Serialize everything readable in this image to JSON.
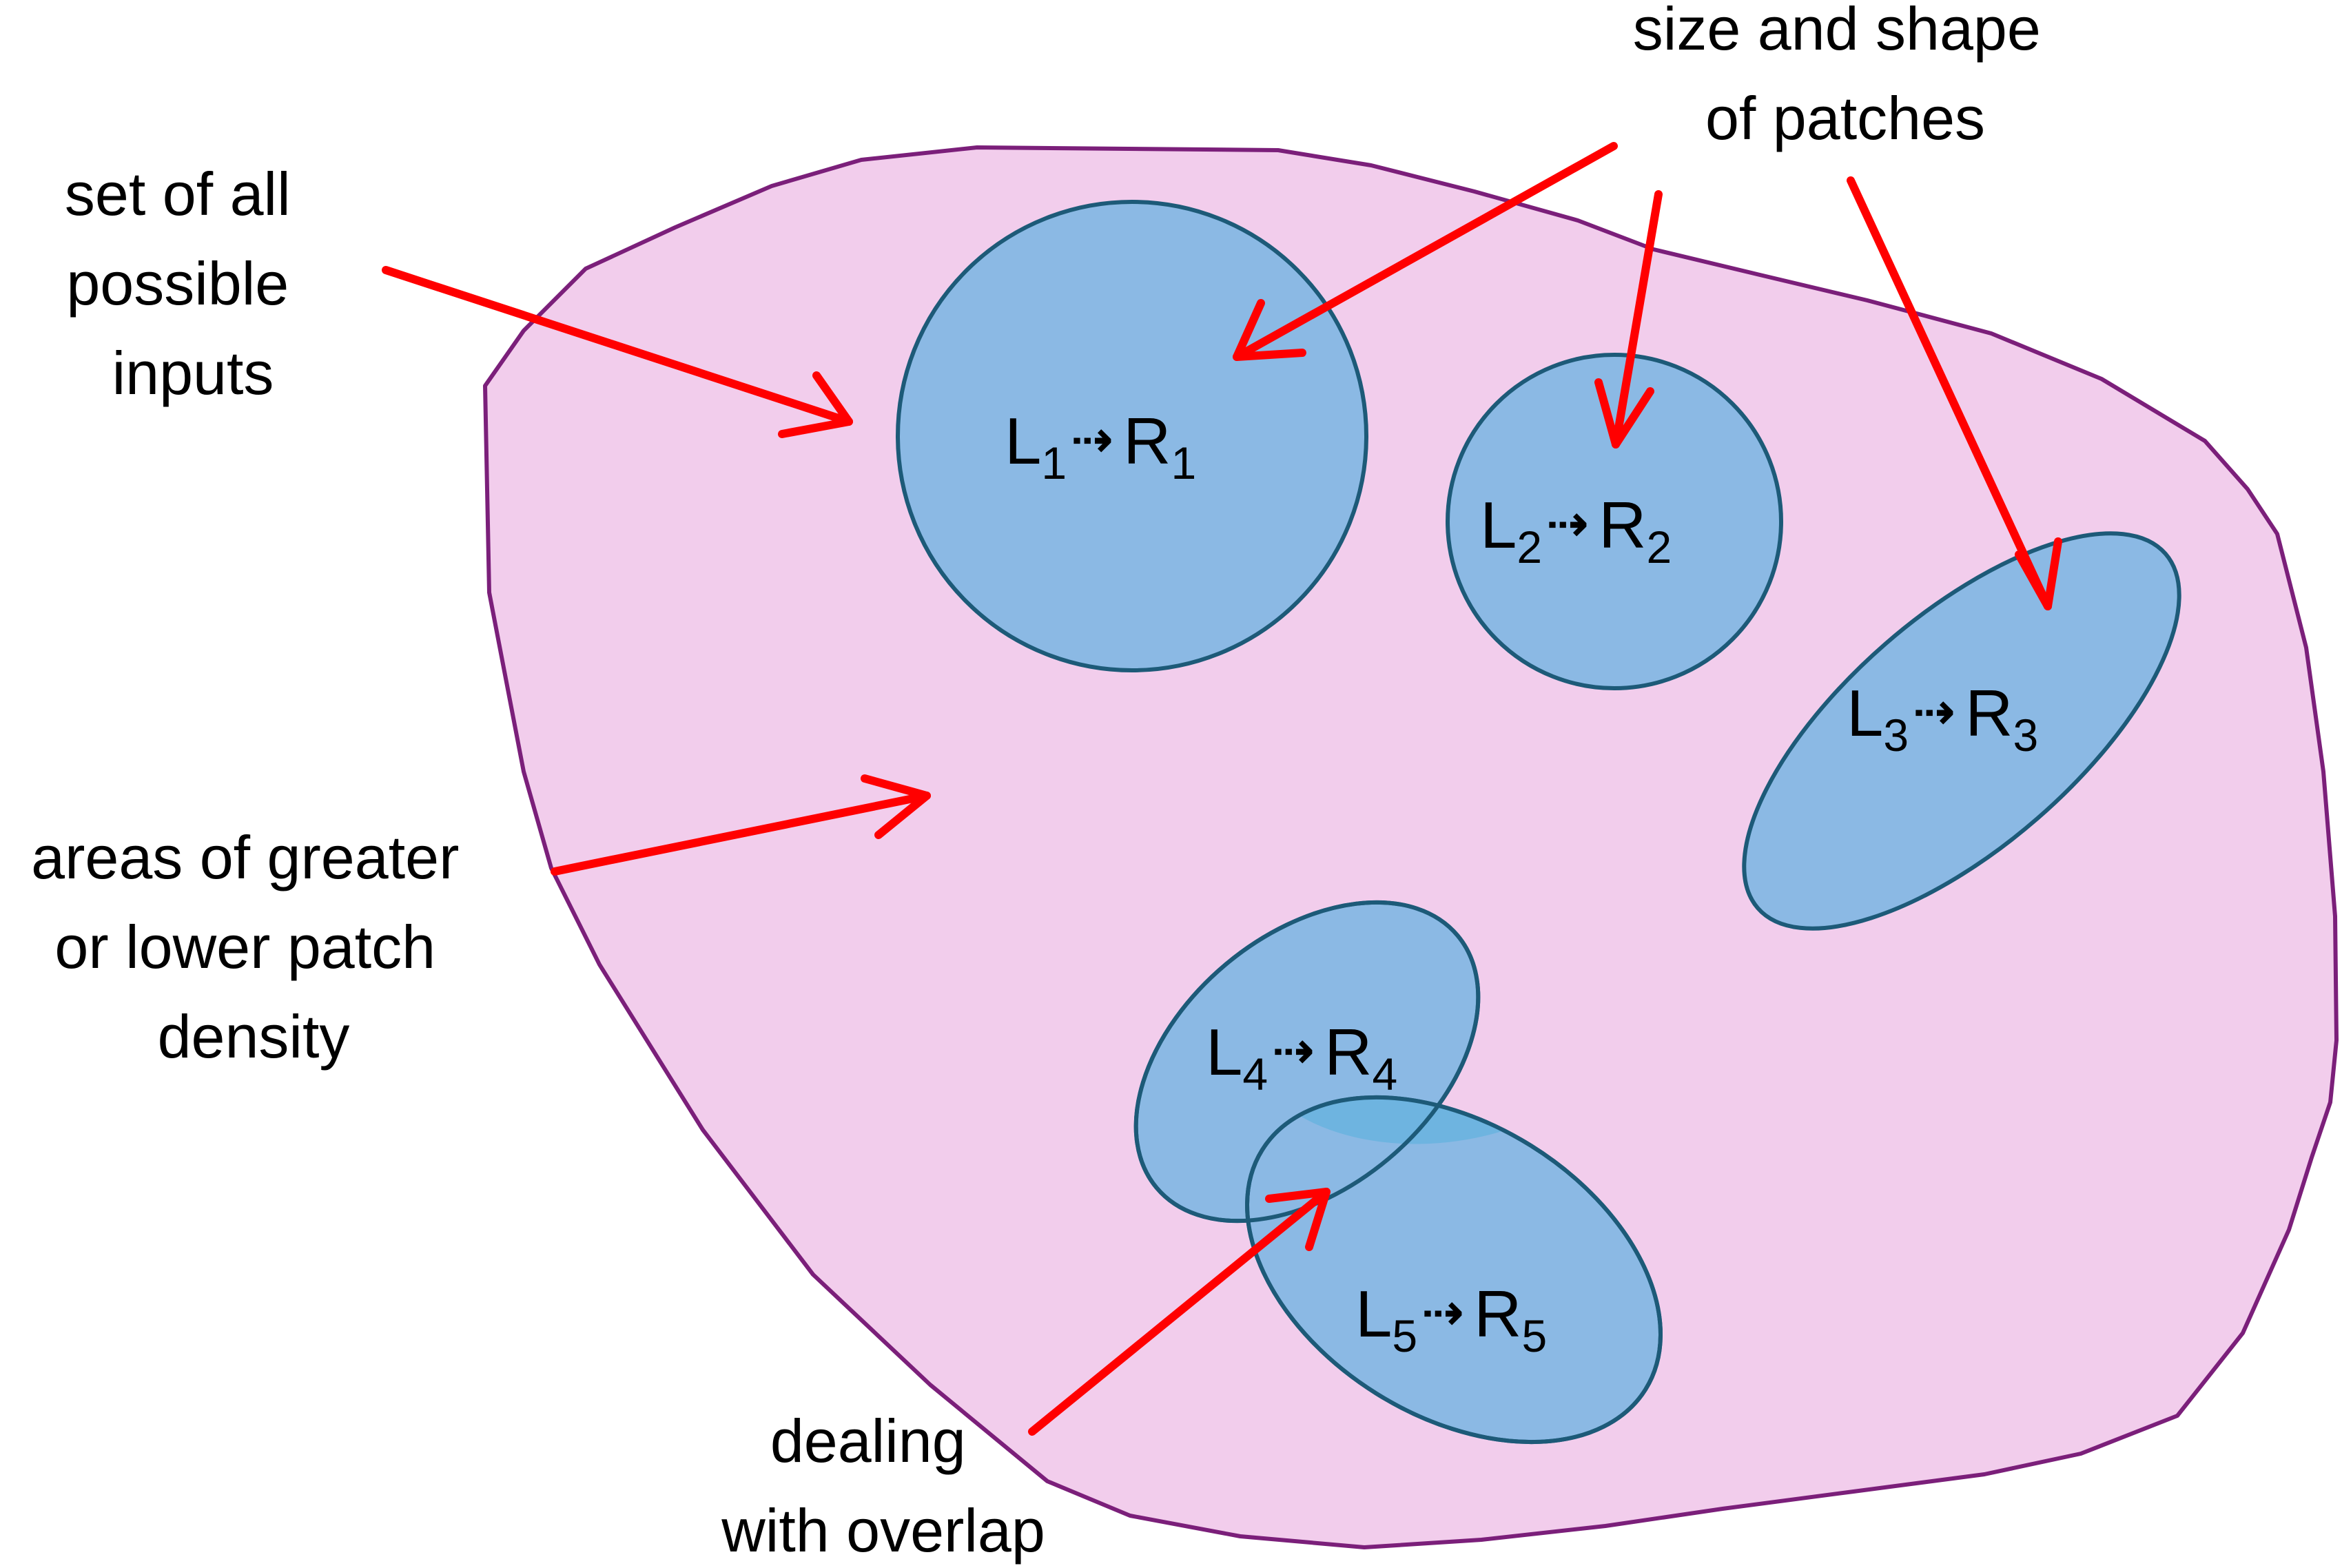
{
  "colors": {
    "region_fill": "#f2cdec",
    "region_stroke": "#7b1f7a",
    "patch_fill": "#8bb9e4",
    "patch_stroke": "#1d5a78",
    "overlap_fill": "#6eb4e0",
    "arrow": "#ff0000"
  },
  "annotations": {
    "set_of_inputs": [
      "set of all",
      "possible",
      "inputs"
    ],
    "size_and_shape": [
      "size and shape",
      "of patches"
    ],
    "density": [
      "areas of greater",
      "or lower patch",
      "density"
    ],
    "overlap": [
      "dealing",
      "with overlap"
    ]
  },
  "patches": [
    {
      "left": "L",
      "left_sub": "1",
      "arrow": "⇢",
      "right": "R",
      "right_sub": "1"
    },
    {
      "left": "L",
      "left_sub": "2",
      "arrow": "⇢",
      "right": "R",
      "right_sub": "2"
    },
    {
      "left": "L",
      "left_sub": "3",
      "arrow": "⇢",
      "right": "R",
      "right_sub": "3"
    },
    {
      "left": "L",
      "left_sub": "4",
      "arrow": "⇢",
      "right": "R",
      "right_sub": "4"
    },
    {
      "left": "L",
      "left_sub": "5",
      "arrow": "⇢",
      "right": "R",
      "right_sub": "5"
    }
  ]
}
